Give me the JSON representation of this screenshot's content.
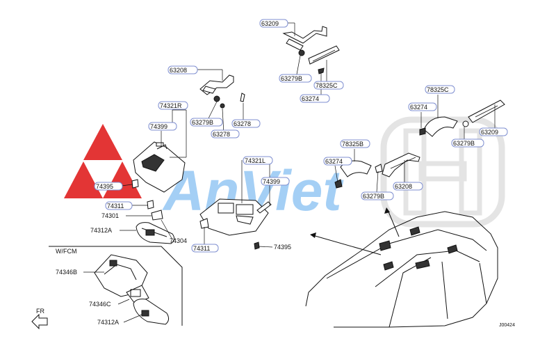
{
  "diagram": {
    "callouts": {
      "c63209_top": "63209",
      "c63208_left": "63208",
      "c63279B_top": "63279B",
      "c78325C_top": "78325C",
      "c63274_top": "63274",
      "c74321R": "74321R",
      "c74399_left": "74399",
      "c63279B_mid": "63279B",
      "c63278_a": "63278",
      "c63278_b": "63278",
      "c74395_left": "74395",
      "c74311_left": "74311",
      "c74301": "74301",
      "c74312A_top": "74312A",
      "c74304": "74304",
      "c74321L": "74321L",
      "c74399_right": "74399",
      "c74311_right": "74311",
      "c74395_right": "74395",
      "c78325B": "78325B",
      "c63274_mid": "63274",
      "c63279B_lower": "63279B",
      "c63208_right": "63208",
      "c78325C_right": "78325C",
      "c63274_right": "63274",
      "c63279B_right": "63279B",
      "c63209_right": "63209",
      "c74346B": "74346B",
      "c74346C": "74346C",
      "c74312A_bottom": "74312A"
    },
    "fcm_note": "W/FCM",
    "front_indicator": "FR",
    "diagram_code": "J00424",
    "watermark": "AnViet",
    "colors": {
      "watermark_red": "#e02020",
      "watermark_blue": "#7ab8f0",
      "callout_border": "#7f8fd0"
    }
  }
}
